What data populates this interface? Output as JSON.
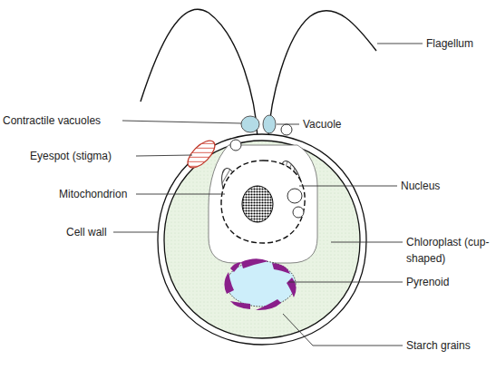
{
  "diagram": {
    "labels": [
      "Flagellum",
      "Contractile vacuoles",
      "Vacuole",
      "Eyespot (stigma)",
      "Nucleus",
      "Mitochondrion",
      "Cell wall",
      "Chloroplast (cup-shaped)",
      "Pyrenoid",
      "Starch grains"
    ]
  }
}
